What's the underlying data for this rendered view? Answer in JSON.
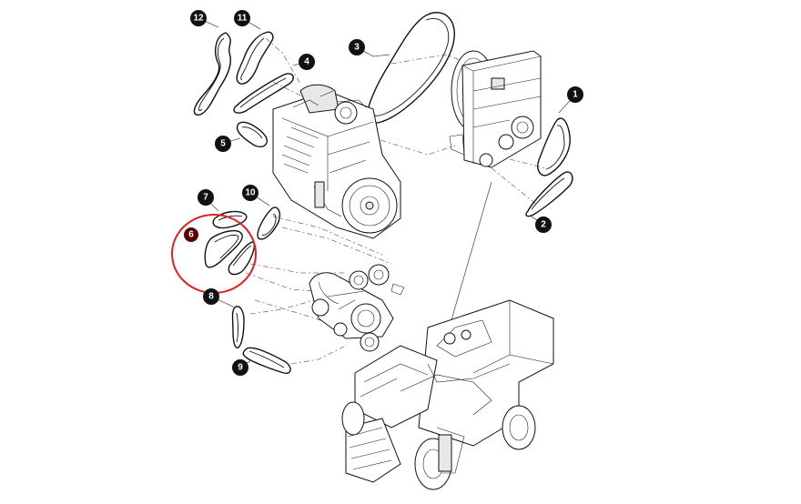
{
  "diagram": {
    "colors": {
      "line": "#111111",
      "callout_fill": "#111111",
      "callout_text": "#ffffff",
      "highlight_circle": "#e02020",
      "highlighted_callout_fill": "#5a0000"
    },
    "callouts": {
      "c1": "1",
      "c2": "2",
      "c3": "3",
      "c4": "4",
      "c5": "5",
      "c6": "6",
      "c7": "7",
      "c8": "8",
      "c9": "9",
      "c10": "10",
      "c11": "11",
      "c12": "12"
    },
    "highlighted_callout": "6",
    "parts": [
      "engine",
      "radiator-cooling-unit",
      "drive-pulley-assembly",
      "combine-harvester",
      "belts"
    ]
  }
}
